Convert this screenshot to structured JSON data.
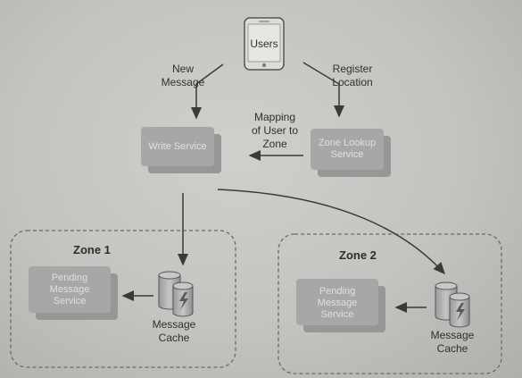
{
  "nodes": {
    "users": "Users",
    "write_service": "Write Service",
    "zone_lookup": [
      "Zone Lookup",
      "Service"
    ],
    "pending_1": [
      "Pending",
      "Message",
      "Service"
    ],
    "pending_2": [
      "Pending",
      "Message",
      "Service"
    ],
    "cache_1": [
      "Message",
      "Cache"
    ],
    "cache_2": [
      "Message",
      "Cache"
    ]
  },
  "edges": {
    "new_message": [
      "New",
      "Message"
    ],
    "register_location": [
      "Register",
      "Location"
    ],
    "mapping": [
      "Mapping",
      "of User to",
      "Zone"
    ]
  },
  "zones": {
    "zone1": "Zone 1",
    "zone2": "Zone 2"
  },
  "colors": {
    "service_fill": "#a7a7a7",
    "service_shadow": "#979797",
    "arrow": "#3a3a3a",
    "zone_border": "#6a6a6a"
  }
}
